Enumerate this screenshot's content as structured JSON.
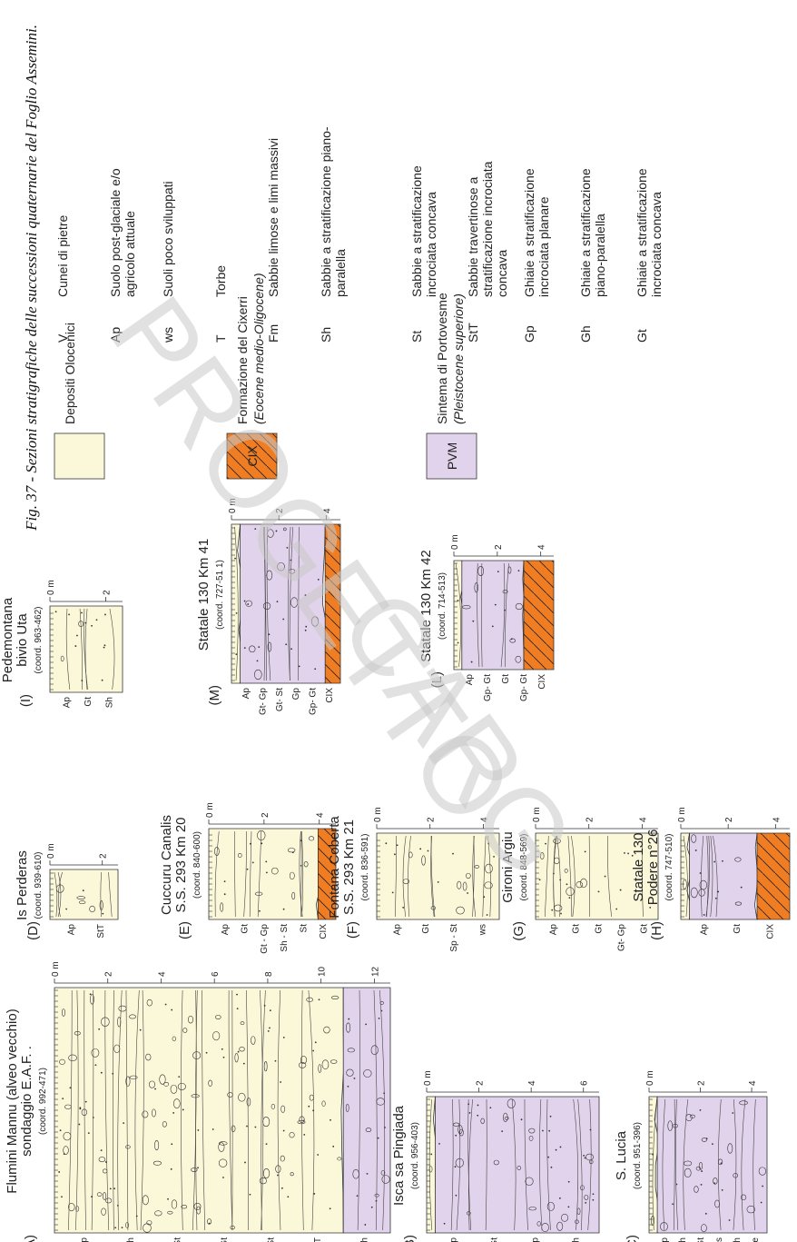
{
  "caption": "Fig. 37 - Sezioni stratigrafiche delle successioni quaternarie del Foglio Assemini.",
  "watermark": [
    "PROGETTO",
    "CARG"
  ],
  "colors": {
    "olocene": "#fbf7d9",
    "pvm": "#e2d3ec",
    "cix": "#f07d22"
  },
  "columns": [
    {
      "id": "A",
      "letter": "(A)",
      "title": [
        "Flumini Mannu (alveo vecchio)",
        "sondaggio E.A.F. ."
      ],
      "coord": "(coord. 992-471)",
      "ticks": [
        "0 m",
        "2",
        "4",
        "6",
        "8",
        "10",
        "12"
      ],
      "labels": [
        "Ap",
        "Sh",
        "St",
        "Gt",
        "Fm- Sh- St",
        "T",
        "Gt - Gh"
      ]
    },
    {
      "id": "B",
      "letter": "(B)",
      "title": [
        "Isca sa Pingiada"
      ],
      "coord": "(coord. 956-403)",
      "ticks": [
        "0 m",
        "2",
        "4",
        "6"
      ],
      "labels": [
        "Ap",
        "Gt",
        "Gp",
        "Gt - Gh"
      ]
    },
    {
      "id": "C",
      "letter": "(C)",
      "title": [
        "S. Lucia"
      ],
      "coord": "(coord. 951-396)",
      "ticks": [
        "0 m",
        "2",
        "4"
      ],
      "labels": [
        "Ap",
        "Gh",
        "Gt",
        "ws",
        "Gh",
        "Gt grossolane"
      ]
    },
    {
      "id": "D",
      "letter": "(D)",
      "title": [
        "Is Perderas"
      ],
      "coord": "(coord. 939-610)",
      "ticks": [
        "0 m",
        "2"
      ],
      "labels": [
        "Ap",
        "StT"
      ]
    },
    {
      "id": "E",
      "letter": "(E)",
      "title": [
        "Cuccuru Canalis",
        "S.S. 293 Km 20"
      ],
      "coord": "(coord. 840-600)",
      "ticks": [
        "0 m",
        "2",
        "4"
      ],
      "labels": [
        "Ap",
        "Gt",
        "Gt - Gp",
        "Sh - St",
        "St",
        "CIX"
      ]
    },
    {
      "id": "F",
      "letter": "(F)",
      "title": [
        "Fontana Coberta",
        "S.S. 293 Km 21"
      ],
      "coord": "(coord. 836-591)",
      "ticks": [
        "0 m",
        "2",
        "4"
      ],
      "labels": [
        "Ap",
        "Gt",
        "Sp - St",
        "ws"
      ]
    },
    {
      "id": "G",
      "letter": "(G)",
      "title": [
        "Gironi Argiu"
      ],
      "coord": "(coord. 848-569)",
      "ticks": [
        "0 m",
        "2",
        "4"
      ],
      "labels": [
        "Ap",
        "Gt",
        "Gt",
        "Gt- Gp",
        "Gt"
      ]
    },
    {
      "id": "H",
      "letter": "(H)",
      "title": [
        "Statale 130",
        "Podere n°26"
      ],
      "coord": "(coord. 747-510)",
      "ticks": [
        "0 m",
        "2",
        "4"
      ],
      "labels": [
        "Ap",
        "Gt",
        "CIX"
      ]
    },
    {
      "id": "I",
      "letter": "(I)",
      "title": [
        "Pedemontana",
        "bivio Uta"
      ],
      "coord": "(coord. 963-462)",
      "ticks": [
        "0 m",
        "2"
      ],
      "labels": [
        "Ap",
        "Gt",
        "Sh"
      ]
    },
    {
      "id": "M",
      "letter": "(M)",
      "title": [
        "Statale 130  Km 41"
      ],
      "coord": "(coord. 727-51 1)",
      "ticks": [
        "0 m",
        "2",
        "4"
      ],
      "labels": [
        "Ap",
        "Gt- Gp",
        "Gt- St",
        "Gp",
        "Gp- Gt",
        "CIX"
      ]
    },
    {
      "id": "L",
      "letter": "(L)",
      "title": [
        "Statale 130  Km 42"
      ],
      "coord": "(coord. 714-513)",
      "ticks": [
        "0 m",
        "2",
        "4"
      ],
      "labels": [
        "Ap",
        "Gp- Gt",
        "Gt",
        "Gp- Gt",
        "CIX"
      ]
    }
  ],
  "legend": {
    "units": [
      {
        "code": "",
        "name": "Depositi Olocenici",
        "age": ""
      },
      {
        "code": "CIX",
        "name": "Formazione del Cixerri",
        "age": "(Eocene medio-Oligocene)"
      },
      {
        "code": "PVM",
        "name": "Sintema di Portovesme",
        "age": "(Pleistocene superiore)"
      }
    ],
    "facies_left": [
      {
        "code": "V",
        "desc": [
          "Cunei di pietre"
        ]
      },
      {
        "code": "Ap",
        "desc": [
          "Suolo post-glaciale e/o",
          "agricolo attuale"
        ]
      },
      {
        "code": "ws",
        "desc": [
          "Suoli poco sviluppati"
        ]
      },
      {
        "code": "T",
        "desc": [
          "Torbe"
        ]
      },
      {
        "code": "Fm",
        "desc": [
          "Sabbie limose e limi massivi"
        ]
      },
      {
        "code": "Sh",
        "desc": [
          "Sabbie a stratificazione piano-",
          "paralella"
        ]
      }
    ],
    "facies_right": [
      {
        "code": "St",
        "desc": [
          "Sabbie a stratificazione",
          "incrociata concava"
        ]
      },
      {
        "code": "StT",
        "desc": [
          "Sabbie travertinose a",
          "stratificazione incrociata",
          "concava"
        ]
      },
      {
        "code": "Gp",
        "desc": [
          "Ghiaie a stratificazione",
          "incrociata planare"
        ]
      },
      {
        "code": "Gh",
        "desc": [
          "Ghiaie a stratificazione",
          "piano-paralella"
        ]
      },
      {
        "code": "Gt",
        "desc": [
          "Ghiaie a stratificazione",
          "incrociata concava"
        ]
      }
    ]
  }
}
